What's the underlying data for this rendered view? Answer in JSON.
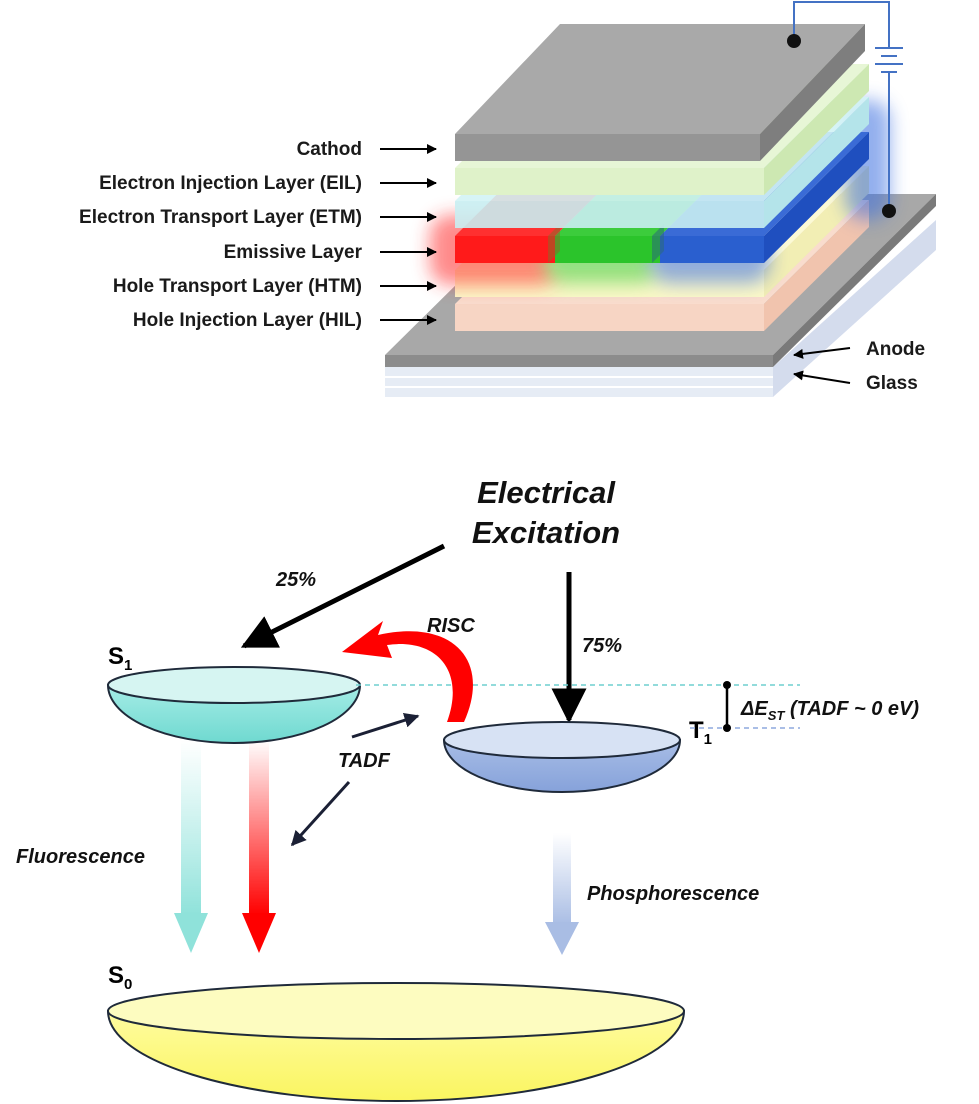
{
  "device": {
    "layers": [
      {
        "label": "Cathod"
      },
      {
        "label": "Electron Injection Layer (EIL)"
      },
      {
        "label": "Electron Transport Layer (ETM)"
      },
      {
        "label": "Emissive Layer"
      },
      {
        "label": "Hole Transport Layer (HTM)"
      },
      {
        "label": "Hole Injection Layer (HIL)"
      }
    ],
    "anode_label": "Anode",
    "glass_label": "Glass",
    "colors": {
      "cathode": "#a6a6a6",
      "eil": "#dff2c9",
      "etl": "#c9eef2",
      "emissive_red": "#ff1a1a",
      "emissive_green": "#2bc42b",
      "emissive_blue": "#2a5fcf",
      "htl": "#fbf8c8",
      "hil": "#f7d5c4",
      "anode": "#a3a3a3",
      "glass": "#dfe6f2",
      "circuit": "#4472c4"
    }
  },
  "energy": {
    "excitation_line1": "Electrical",
    "excitation_line2": "Excitation",
    "pct_singlet": "25%",
    "pct_triplet": "75%",
    "risc_label": "RISC",
    "tadf_label": "TADF",
    "s1": {
      "main": "S",
      "sub": "1"
    },
    "t1": {
      "main": "T",
      "sub": "1"
    },
    "s0": {
      "main": "S",
      "sub": "0"
    },
    "delta_main": "ΔE",
    "delta_sub": "ST",
    "delta_rest": " (TADF ~ 0 eV)",
    "fluorescence_label": "Fluorescence",
    "phosphorescence_label": "Phosphorescence",
    "colors": {
      "s1": "#7fe0d8",
      "t1": "#8ea9de",
      "s0": "#fbf87a",
      "risc": "#ff0000",
      "arrow": "#000000"
    }
  }
}
